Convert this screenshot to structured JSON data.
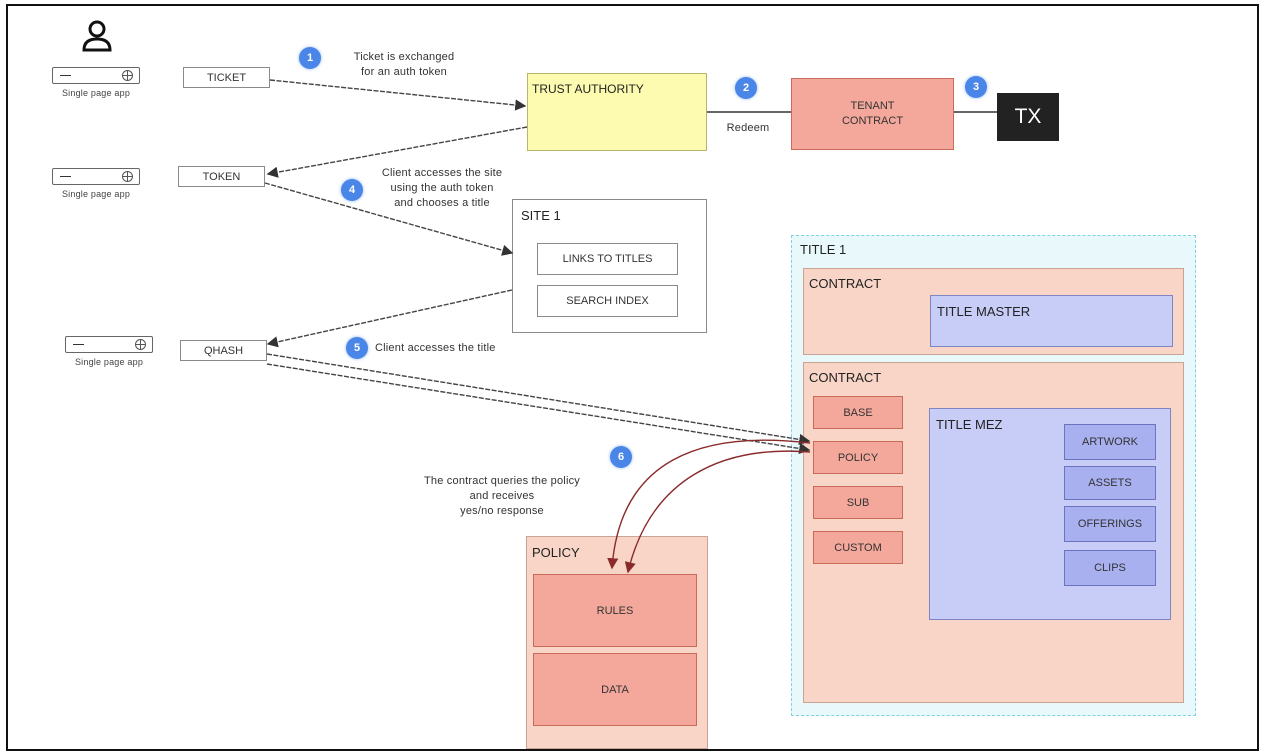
{
  "user_icon": "user-icon",
  "spa_label": "Single page app",
  "steps": {
    "s1": "1",
    "s2": "2",
    "s3": "3",
    "s4": "4",
    "s5": "5",
    "s6": "6"
  },
  "notes": {
    "ticket_line1": "Ticket is exchanged",
    "ticket_line2": "for an auth token",
    "redeem": "Redeem",
    "client_site_line1": "Client accesses the site",
    "client_site_line2": "using the auth token",
    "client_site_line3": "and chooses a title",
    "client_title": "Client accesses the title",
    "contract_line1": "The contract queries the policy",
    "contract_line2": "and receives",
    "contract_line3": "yes/no response"
  },
  "tokens": {
    "ticket": "TICKET",
    "token": "TOKEN",
    "qhash": "QHASH"
  },
  "trust_authority": "TRUST AUTHORITY",
  "tenant_contract_line1": "TENANT",
  "tenant_contract_line2": "CONTRACT",
  "tx": "TX",
  "site": {
    "title": "SITE 1",
    "links": "LINKS  TO TITLES",
    "search": "SEARCH INDEX"
  },
  "title1": {
    "title": "TITLE 1",
    "contract_top": "CONTRACT",
    "title_master": "TITLE MASTER",
    "contract_main": "CONTRACT",
    "base": "BASE",
    "policy": "POLICY",
    "sub": "SUB",
    "custom": "CUSTOM",
    "title_mez": "TITLE MEZ",
    "artwork": "ARTWORK",
    "assets": "ASSETS",
    "offerings": "OFFERINGS",
    "clips": "CLIPS"
  },
  "policy": {
    "title": "POLICY",
    "rules": "RULES",
    "data": "DATA"
  }
}
